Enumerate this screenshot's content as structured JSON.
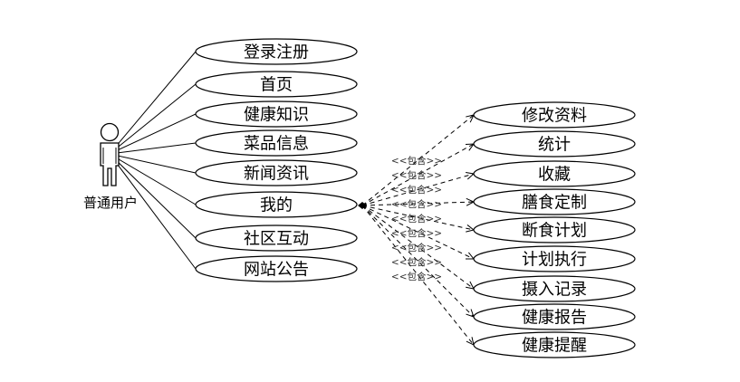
{
  "actor": {
    "name": "普通用户",
    "icon": "stick-figure-icon"
  },
  "main_use_cases": [
    "登录注册",
    "首页",
    "健康知识",
    "菜品信息",
    "新闻资讯",
    "我的",
    "社区互动",
    "网站公告"
  ],
  "include_label": "<<包含>>",
  "included_use_cases": [
    "修改资料",
    "统计",
    "收藏",
    "膳食定制",
    "断食计划",
    "计划执行",
    "摄入记录",
    "健康报告",
    "健康提醒"
  ]
}
